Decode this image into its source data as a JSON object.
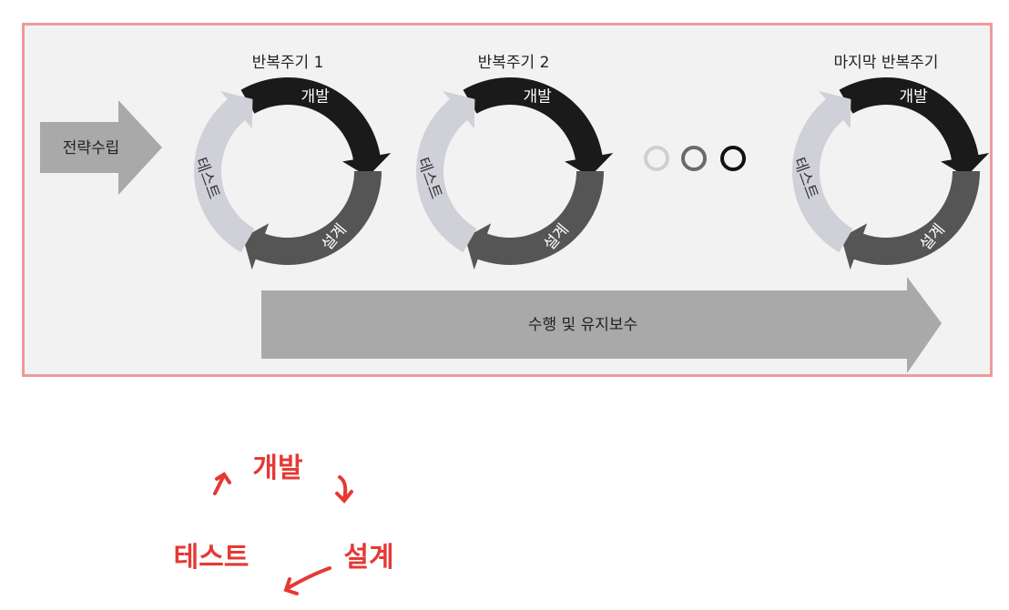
{
  "diagram": {
    "start_arrow_label": "전략수립",
    "cycles": [
      {
        "title": "반복주기 1",
        "dev": "개발",
        "design": "설계",
        "test": "테스트"
      },
      {
        "title": "반복주기 2",
        "dev": "개발",
        "design": "설계",
        "test": "테스트"
      },
      {
        "title": "마지막 반복주기",
        "dev": "개발",
        "design": "설계",
        "test": "테스트"
      }
    ],
    "bottom_arrow_label": "수행 및 유지보수",
    "colors": {
      "frame_border": "#ef9a9a",
      "frame_bg": "#f2f2f2",
      "dev": "#1a1a1a",
      "design": "#555555",
      "test": "#d0d0d8",
      "arrow": "#a9a9a9",
      "ellipsis": [
        "#cfcfcf",
        "#6a6a6a",
        "#111111"
      ]
    }
  },
  "handwritten_note": {
    "dev": "개발",
    "design": "설계",
    "test": "테스트",
    "color": "#e53935"
  }
}
